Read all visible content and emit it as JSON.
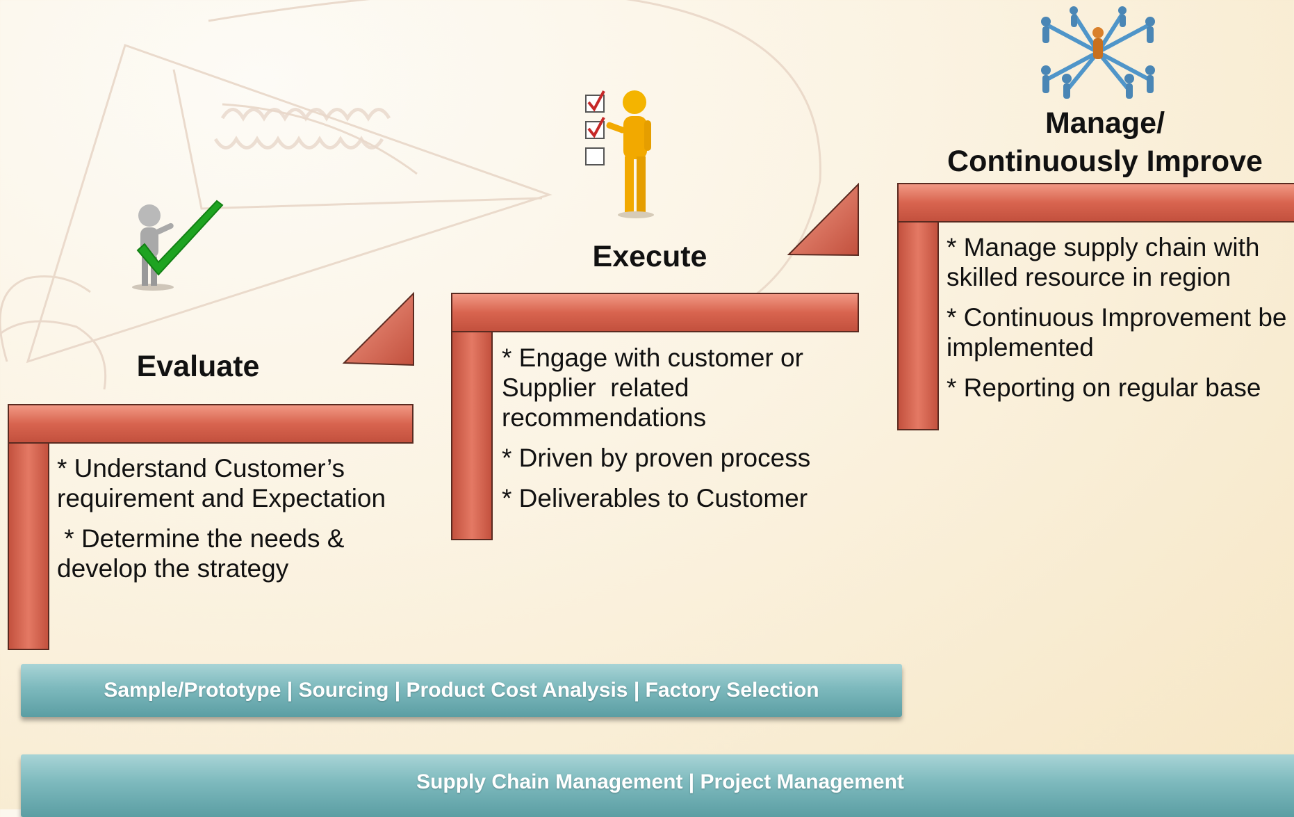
{
  "stages": [
    {
      "title": "Evaluate",
      "bullets": [
        "* Understand Customer’s requirement  and Expectation",
        " * Determine the needs & develop the strategy"
      ]
    },
    {
      "title": "Execute",
      "bullets": [
        "* Engage with customer or Supplier  related recommendations",
        "* Driven by proven process",
        "* Deliverables to Customer"
      ]
    },
    {
      "title_line1": "Manage/",
      "title_line2": "Continuously Improve",
      "bullets": [
        "* Manage supply chain with skilled resource in region",
        "* Continuous Improvement be implemented",
        "* Reporting on regular base"
      ]
    }
  ],
  "bars": {
    "top": "Sample/Prototype | Sourcing | Product Cost Analysis | Factory Selection",
    "bottom": "Supply Chain Management | Project Management"
  },
  "icons": [
    "person-checkmark-icon",
    "person-checklist-icon",
    "team-network-icon"
  ],
  "colors": {
    "step": "#d8644f",
    "step_highlight": "#f08d78",
    "bar": "#7db9bd",
    "background": "#fbf3e2"
  }
}
